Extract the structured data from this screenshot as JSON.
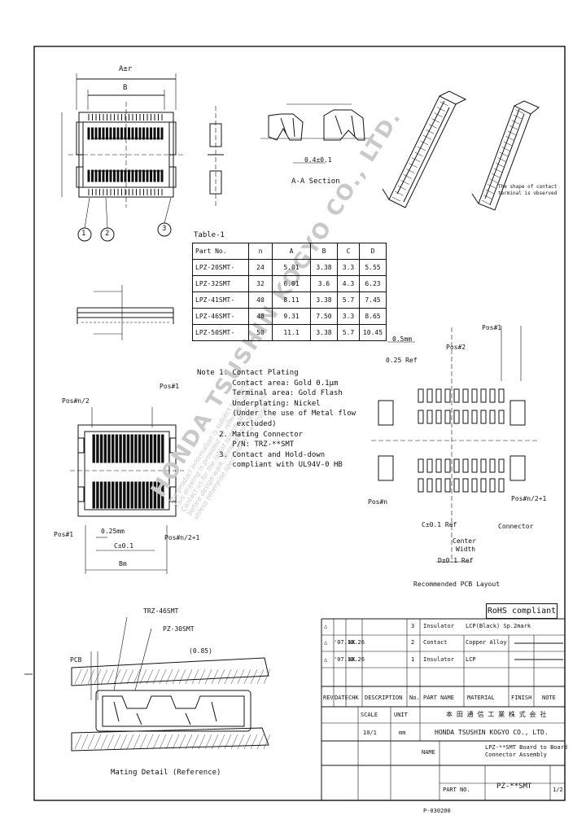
{
  "table": {
    "title": "Table-1",
    "headers": [
      "Part No.",
      "n",
      "A",
      "B",
      "C",
      "D"
    ],
    "rows": [
      [
        "LPZ-20SMT-",
        "24",
        "5.01",
        "3.38",
        "3.3",
        "5.55"
      ],
      [
        "LPZ-32SMT",
        "32",
        "6.01",
        "3.6",
        "4.3",
        "6.23"
      ],
      [
        "LPZ-41SMT-",
        "40",
        "8.11",
        "3.38",
        "5.7",
        "7.45"
      ],
      [
        "LPZ-46SMT-",
        "48",
        "9.31",
        "7.50",
        "3.3",
        "8.65"
      ],
      [
        "LPZ-50SMT-",
        "50",
        "11.1",
        "3.38",
        "5.7",
        "10.45"
      ]
    ]
  },
  "labels": {
    "dim_a_top": "A±r",
    "dim_b_top": "B",
    "section_label": "A-A Section",
    "callout_1": "1",
    "callout_2": "2",
    "callout_3": "3",
    "dim_04": "0.4±0.1",
    "pos1_top": "Pos#1",
    "posn2_top": "Pos#n/2",
    "pos_n1": "Pos#1",
    "pos_n12": "Pos#n/2+1",
    "pitch_bot1": "0.25mm",
    "pitch_bot2": "C±0.1",
    "pitch_bot3": "Bm",
    "land_pos1": "Pos#1",
    "land_pos2": "Pos#2",
    "land_ref": "0.25 Ref",
    "land_pitch": "0.5mm",
    "land_posn": "Pos#n",
    "land_posn2": "Pos#n/2+1",
    "land_connector": "Connector",
    "land_center": "Center",
    "land_width": "Width",
    "land_ref2": "C±0.1 Ref",
    "land_a": "D±0.1 Ref",
    "land_title": "Recommended PCB Layout",
    "side_note": "The shape of contact\nterminal is observed",
    "mating_t1": "TRZ-46SMT",
    "mating_t2": "PZ-30SMT",
    "mating_dim": "(0.85)",
    "mating_pcb": "PCB",
    "mating_caption": "Mating Detail (Reference)",
    "rohs": "RoHS compliant"
  },
  "notes": [
    "Note 1. Contact Plating",
    "        Contact area: Gold 0.1μm",
    "        Terminal area: Gold Flash",
    "        Underplating: Nickel",
    "        (Under the use of Metal flow",
    "         excluded)",
    "     2. Mating Connector",
    "        P/N: TRZ-**SMT",
    "     3. Contact and Hold-down",
    "        compliant with UL94V-0 HB"
  ],
  "title_block": {
    "rev_rows": [
      [
        "△",
        "",
        "",
        "3",
        "Insulator",
        "LCP(Black) Sp.2mark"
      ],
      [
        "△",
        "'07.10.26",
        "KK",
        "2",
        "Contact",
        "Copper Alloy"
      ],
      [
        "△",
        "'07.10.26",
        "KK",
        "1",
        "Insulator",
        "LCP"
      ]
    ],
    "h_rev": "REV",
    "h_date": "DATE",
    "h_chk": "CHK",
    "h_desc": "DESCRIPTION",
    "h_no": "No.",
    "h_part": "PART NAME",
    "h_mat": "MATERIAL",
    "h_finish": "FINISH",
    "h_note": "NOTE",
    "scale_label": "SCALE",
    "scale_val": "10/1",
    "unit_label": "UNIT",
    "unit_val": "mm",
    "company_jp": "本 田 通 信 工 業 株 式 会 社",
    "company_en": "HONDA TSUSHIN KOGYO CO., LTD.",
    "drawing_title": "LPZ-**SMT Board to Board\nConnector Assembly",
    "name_label": "NAME",
    "part_label": "PART NO.",
    "part_no": "PZ-**SMT",
    "sheet": "1/2",
    "footer": "P-030200"
  },
  "watermark": {
    "company": "HONDA TSUSHIN KOGYO CO., LTD.",
    "lines": [
      "The product information is subject to change",
      "This drawing is provided for reference only",
      "Contact us for the latest specification",
      "before design work. Dimensions are nominal",
      "unless otherwise specified by the Engineer"
    ]
  }
}
